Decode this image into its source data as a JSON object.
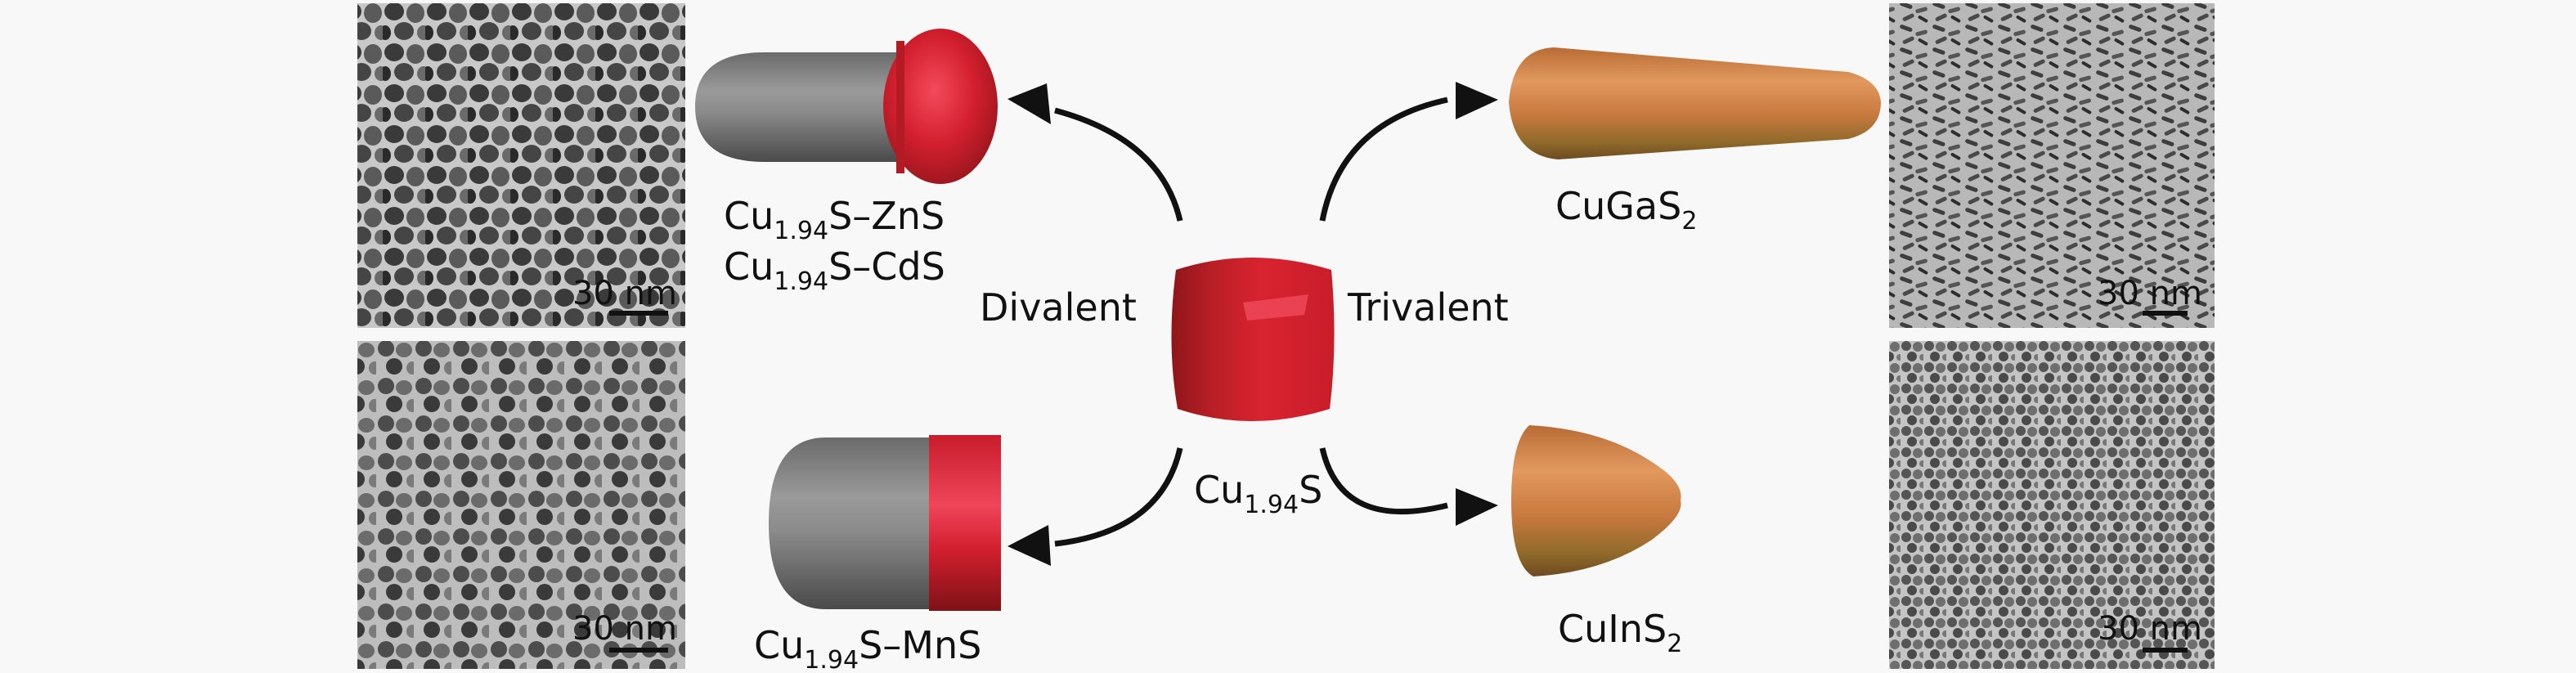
{
  "figure": {
    "center": {
      "formula": {
        "base": "Cu",
        "subscript": "1.94",
        "tail": "S"
      },
      "left_label": "Divalent",
      "right_label": "Trivalent",
      "color": "#d21f2e"
    },
    "products": [
      {
        "id": "znS-cdS",
        "lines": [
          {
            "base": "Cu",
            "subscript": "1.94",
            "tail": "S–ZnS"
          },
          {
            "base": "Cu",
            "subscript": "1.94",
            "tail": "S–CdS"
          }
        ],
        "pathway": "Divalent",
        "shape": "rod-with-bulbous-cap"
      },
      {
        "id": "mnS",
        "lines": [
          {
            "base": "Cu",
            "subscript": "1.94",
            "tail": "S–MnS"
          }
        ],
        "pathway": "Divalent",
        "shape": "rod-with-flat-cap"
      },
      {
        "id": "cuGaS2",
        "lines": [
          {
            "base": "CuGaS",
            "subscript": "2",
            "tail": ""
          }
        ],
        "pathway": "Trivalent",
        "shape": "elongated-teardrop"
      },
      {
        "id": "cuInS2",
        "lines": [
          {
            "base": "CuInS",
            "subscript": "2",
            "tail": ""
          }
        ],
        "pathway": "Trivalent",
        "shape": "bullet"
      }
    ],
    "tem_panels": [
      {
        "position": "top-left",
        "scale_bar": "30 nm",
        "particles": "round"
      },
      {
        "position": "bottom-left",
        "scale_bar": "30 nm",
        "particles": "round"
      },
      {
        "position": "top-right",
        "scale_bar": "30 nm",
        "particles": "rods"
      },
      {
        "position": "bottom-right",
        "scale_bar": "30 nm",
        "particles": "small-round"
      }
    ],
    "colors": {
      "background": "#f8f8f8",
      "gray_segment": "#7a7a7a",
      "red_segment": "#d21f2e",
      "orange_segment": "#c8793e",
      "arrow": "#111111"
    }
  }
}
